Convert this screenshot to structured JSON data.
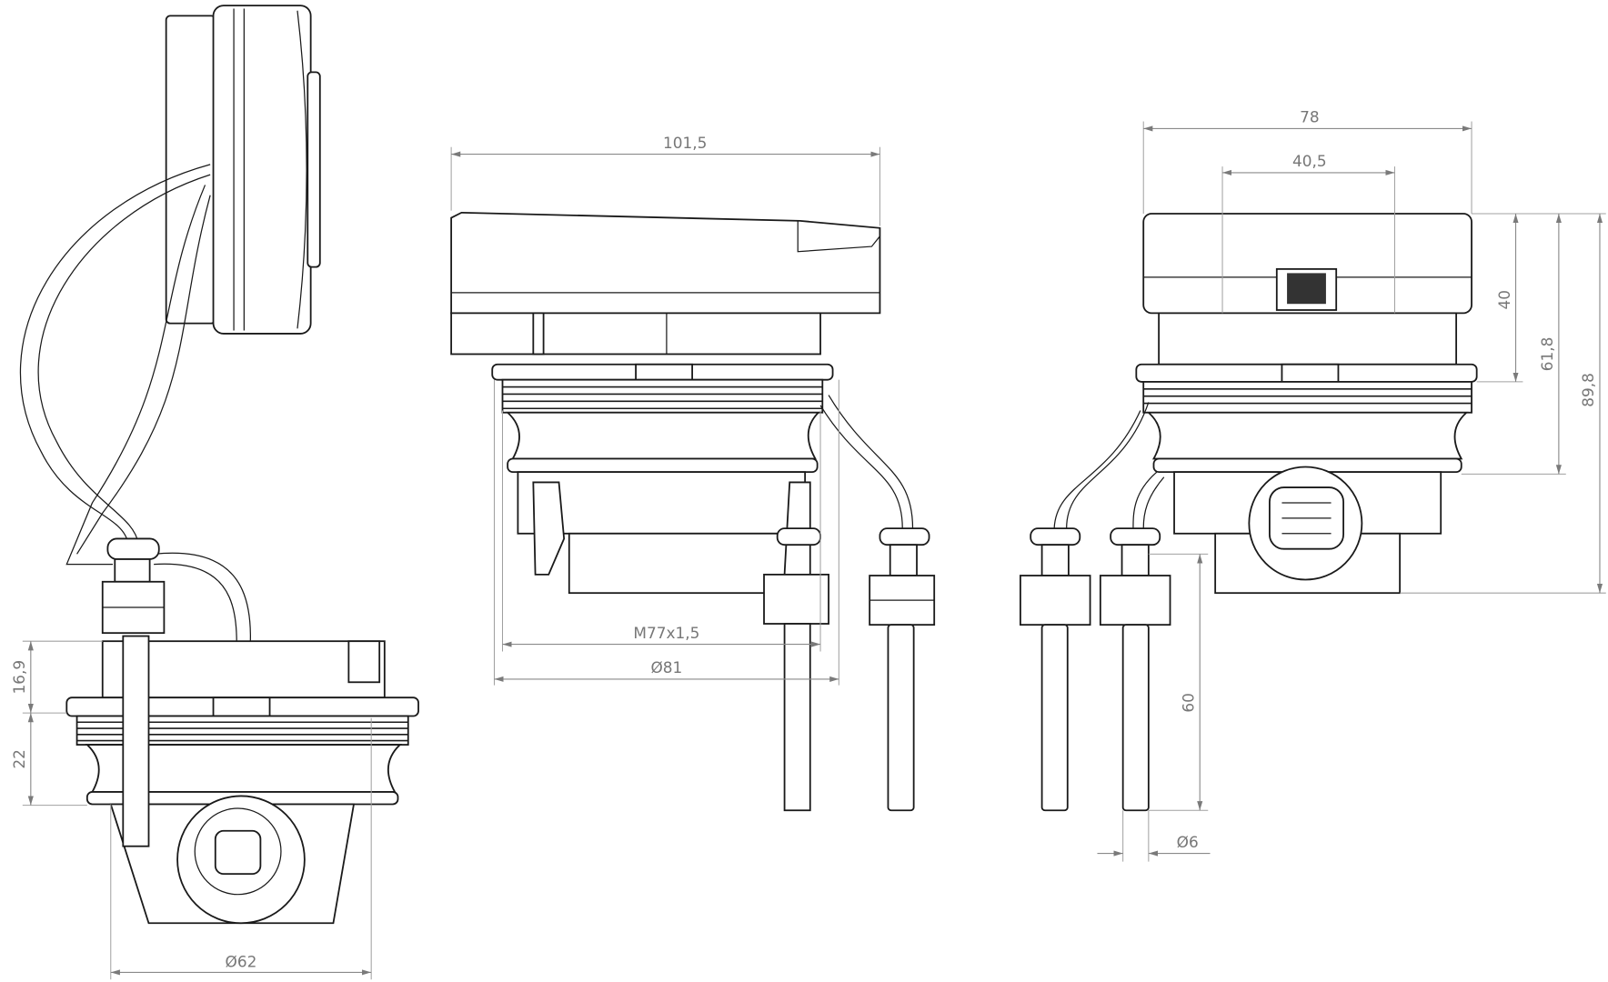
{
  "drawing": {
    "dimensions": {
      "overall_length": "101,5",
      "overall_width": "78",
      "inner_width": "40,5",
      "height_top": "40",
      "height_mid": "61,8",
      "height_total": "89,8",
      "thread": "M77x1,5",
      "outer_diameter": "Ø81",
      "sensor_length": "60",
      "sensor_diameter": "Ø6",
      "flange_height": "16,9",
      "thread_height": "22",
      "base_diameter": "Ø62"
    },
    "colors": {
      "outline": "#1a1a1a",
      "dimension": "#8a8a8a"
    }
  }
}
